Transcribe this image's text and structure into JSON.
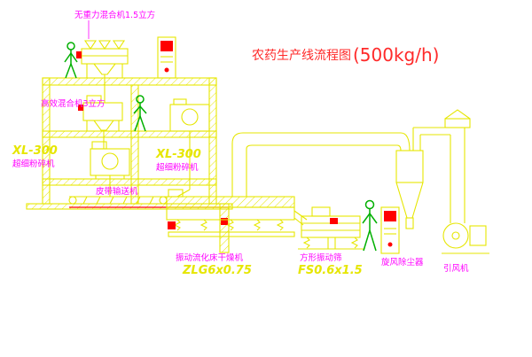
{
  "title": {
    "name": "农药生产线流程图",
    "capacity": "(500kg/h)"
  },
  "labels": {
    "gravity_mixer": "无重力混合机1.5立方",
    "high_eff_mixer": "高效混合机3立方",
    "mill_left_model": "XL-300",
    "mill_left_name": "超细粉碎机",
    "mill_center_model": "XL-300",
    "mill_center_name": "超细粉碎机",
    "belt_conveyor": "皮带输送机",
    "dryer_name": "振动流化床干燥机",
    "dryer_model": "ZLG6x0.75",
    "screen_name": "方形振动筛",
    "screen_model": "FS0.6x1.5",
    "cyclone": "旋风除尘器",
    "fan": "引风机"
  },
  "colors": {
    "line": "#e6e600",
    "label": "#ff00ff",
    "model_text": "#e6e600",
    "title": "#ff2a2a",
    "accent": "#ff0000",
    "human": "#00b000",
    "background": "#ffffff"
  }
}
